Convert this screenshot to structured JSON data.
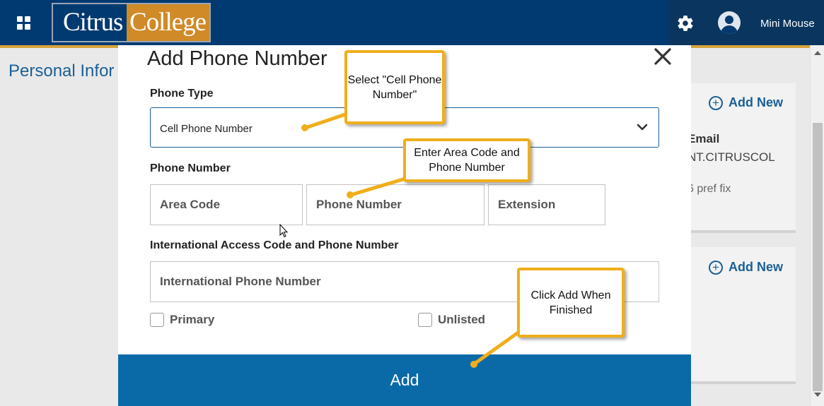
{
  "header": {
    "logo_part1": "Citrus",
    "logo_part2": "College",
    "username": "Mini Mouse",
    "icons": [
      "grid-menu-icon",
      "gear-icon",
      "user-avatar-icon"
    ],
    "brand_color": "#003a70",
    "accent_color": "#d7a43a"
  },
  "background_page": {
    "title": "Personal Infor",
    "add_new_label_1": "Add New",
    "add_new_label_2": "Add New",
    "email_heading": "Email",
    "email_domain": "NT.CITRUSCOL",
    "pref_text": "6 pref fix"
  },
  "modal": {
    "title": "Add Phone Number",
    "phone_type_label": "Phone Type",
    "phone_type_value": "Cell Phone Number",
    "phone_number_label": "Phone Number",
    "area_code_placeholder": "Area Code",
    "phone_number_placeholder": "Phone Number",
    "extension_placeholder": "Extension",
    "intl_label": "International Access Code and Phone Number",
    "intl_placeholder": "International Phone Number",
    "primary_label": "Primary",
    "unlisted_label": "Unlisted",
    "add_button": "Add"
  },
  "callouts": {
    "select_cell": "Select \"Cell Phone Number\"",
    "enter_area": "Enter Area Code and Phone Number",
    "click_add": "Click Add When Finished"
  }
}
